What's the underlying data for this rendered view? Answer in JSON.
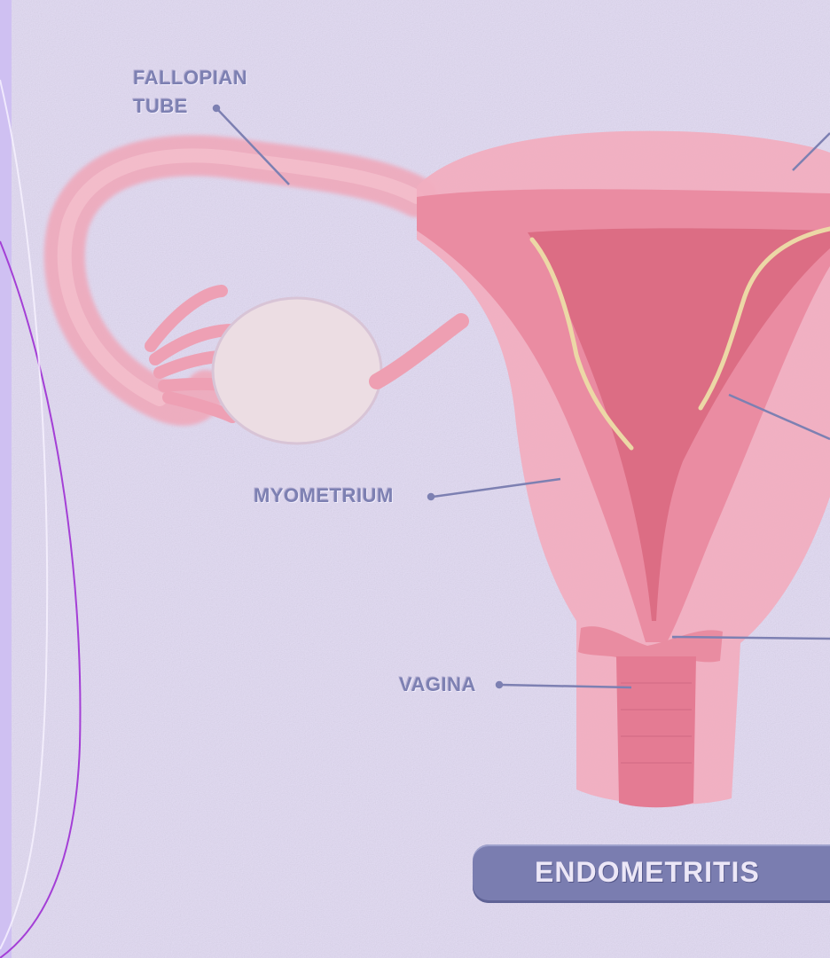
{
  "labels": {
    "fallopian_tube_line1": "FALLOPIAN",
    "fallopian_tube_line2": "TUBE",
    "myometrium": "MYOMETRIUM",
    "vagina": "VAGINA"
  },
  "title": "ENDOMETRITIS",
  "colors": {
    "background": "#e3dcf3",
    "left_band": "#cfc0f2",
    "uterus_outer": "#f1aec0",
    "uterus_inner": "#e7839a",
    "cavity": "#d9677f",
    "lining": "#ecd8a6",
    "ovary": "#ecdde3",
    "label_text": "#7d80b2",
    "banner": "#7a7db0",
    "banner_text": "#ece7f7",
    "border_line": "#a43fd6"
  }
}
